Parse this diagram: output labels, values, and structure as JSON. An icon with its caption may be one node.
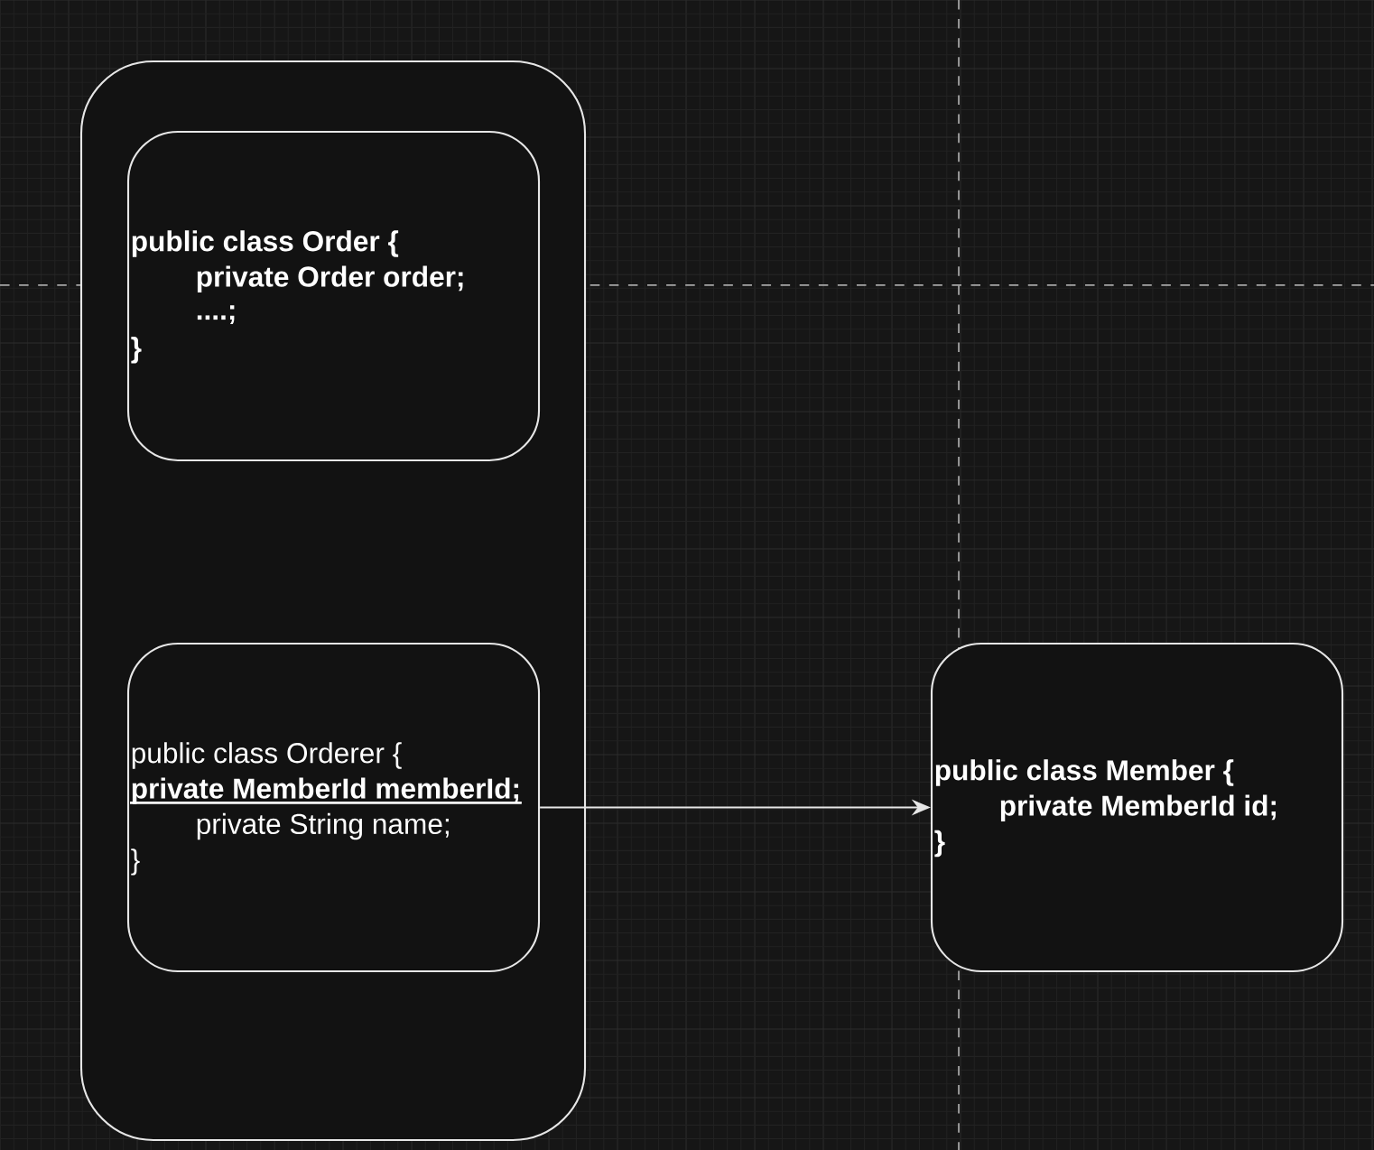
{
  "diagram": {
    "nodes": [
      {
        "text": [],
        "shape": "box"
      },
      {
        "text": [
          "public class Order {",
          "private Order order;",
          "....;",
          "}"
        ],
        "in": 0
      },
      {
        "text": [
          "public class Orderer {",
          "private MemberId memberId;",
          "private String name;",
          "}"
        ],
        "in": 0
      },
      {
        "text": [
          "public class Member {",
          "private MemberId id;",
          "}"
        ]
      }
    ],
    "edges": [
      {
        "from": 2,
        "to": 3,
        "arrow": "to"
      }
    ]
  }
}
